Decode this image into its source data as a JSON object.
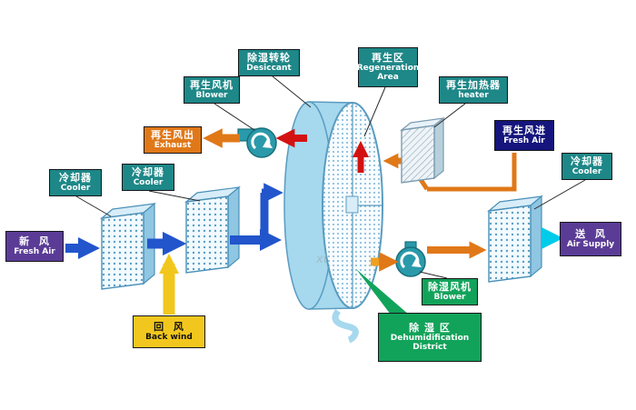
{
  "watermark": "xt",
  "labels": {
    "desiccant": {
      "zh": "除湿转轮",
      "en": "Desiccant"
    },
    "regen_area": {
      "zh": "再生区",
      "en": "Regeneration Area"
    },
    "regen_blower": {
      "zh": "再生风机",
      "en": "Blower"
    },
    "regen_heater": {
      "zh": "再生加热器",
      "en": "heater"
    },
    "exhaust": {
      "zh": "再生风出",
      "en": "Exhaust"
    },
    "cooler1": {
      "zh": "冷却器",
      "en": "Cooler"
    },
    "cooler2": {
      "zh": "冷却器",
      "en": "Cooler"
    },
    "cooler3": {
      "zh": "冷却器",
      "en": "Cooler"
    },
    "regen_fresh_air": {
      "zh": "再生风进",
      "en": "Fresh Air"
    },
    "fresh_air": {
      "zh": "新  风",
      "en": "Fresh Air"
    },
    "air_supply": {
      "zh": "送  风",
      "en": "Air Supply"
    },
    "back_wind": {
      "zh": "回  风",
      "en": "Back wind"
    },
    "dehumid_blower": {
      "zh": "除湿风机",
      "en": "Blower"
    },
    "dehumid_district": {
      "zh": "除 湿 区",
      "en": "Dehumidification District"
    }
  },
  "colors": {
    "label_teal": "#1e8787",
    "label_orange": "#e07818",
    "label_navy": "#15157d",
    "label_purple": "#5a3c96",
    "label_yellow": "#f2c71d",
    "label_green": "#12a35a",
    "arrow_blue": "#2255cc",
    "arrow_yellow": "#f2c71d",
    "arrow_orange": "#e07818",
    "arrow_red": "#d41111",
    "arrow_cyan": "#00cbe8",
    "wheel_fill": "#a6d8ee",
    "component_edge": "#4a90b8"
  }
}
